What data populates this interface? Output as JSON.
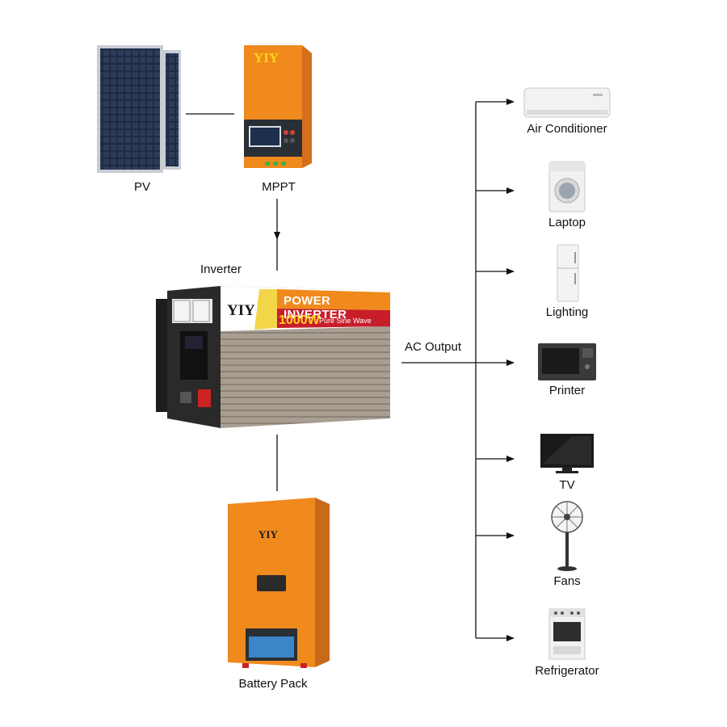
{
  "components": {
    "pv": {
      "label": "PV"
    },
    "mppt": {
      "label": "MPPT",
      "brand": "YIY"
    },
    "inverter": {
      "label": "Inverter",
      "brand": "YIY",
      "title": "POWER INVERTER",
      "rating": "1000W",
      "wave": "Pure Sine Wave"
    },
    "battery": {
      "label": "Battery Pack",
      "brand": "YIY"
    }
  },
  "output_label": "AC Output",
  "loads": [
    {
      "label": "Air Conditioner",
      "icon": "air-conditioner-icon"
    },
    {
      "label": "Laptop",
      "icon": "washing-machine-icon"
    },
    {
      "label": "Lighting",
      "icon": "refrigerator-icon"
    },
    {
      "label": "Printer",
      "icon": "microwave-icon"
    },
    {
      "label": "TV",
      "icon": "tv-icon"
    },
    {
      "label": "Fans",
      "icon": "fan-icon"
    },
    {
      "label": "Refrigerator",
      "icon": "stove-icon"
    }
  ],
  "colors": {
    "orange": "#f08a1c",
    "line": "#111111",
    "panel": "#1e2a3c",
    "inverter_body": "#a99e92"
  }
}
